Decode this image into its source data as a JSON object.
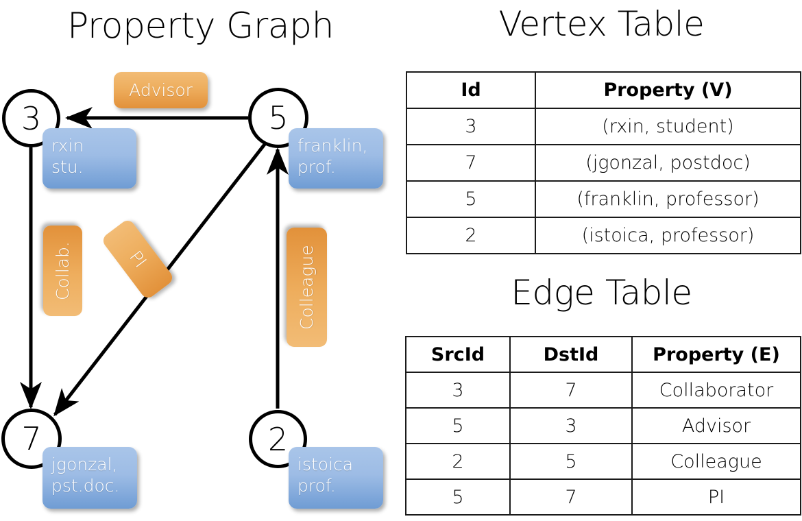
{
  "titles": {
    "graph": "Property Graph",
    "vertex": "Vertex Table",
    "edge": "Edge Table"
  },
  "graph": {
    "nodes": [
      {
        "id": "3",
        "property_line1": "rxin",
        "property_line2": "stu."
      },
      {
        "id": "5",
        "property_line1": "franklin,",
        "property_line2": "prof."
      },
      {
        "id": "7",
        "property_line1": "jgonzal,",
        "property_line2": "pst.doc."
      },
      {
        "id": "2",
        "property_line1": "istoica",
        "property_line2": "prof."
      }
    ],
    "edge_labels": {
      "advisor": "Advisor",
      "collab": "Collab.",
      "pi": "PI",
      "colleague": "Colleague"
    },
    "edges": [
      {
        "src": "5",
        "dst": "3",
        "label": "Advisor"
      },
      {
        "src": "3",
        "dst": "7",
        "label": "Collab."
      },
      {
        "src": "5",
        "dst": "7",
        "label": "PI"
      },
      {
        "src": "2",
        "dst": "5",
        "label": "Colleague"
      }
    ]
  },
  "vertex_table": {
    "headers": [
      "Id",
      "Property (V)"
    ],
    "rows": [
      {
        "id": "3",
        "property": "(rxin, student)"
      },
      {
        "id": "7",
        "property": "(jgonzal, postdoc)"
      },
      {
        "id": "5",
        "property": "(franklin, professor)"
      },
      {
        "id": "2",
        "property": "(istoica, professor)"
      }
    ]
  },
  "edge_table": {
    "headers": [
      "SrcId",
      "DstId",
      "Property (E)"
    ],
    "rows": [
      {
        "src": "3",
        "dst": "7",
        "property": "Collaborator"
      },
      {
        "src": "5",
        "dst": "3",
        "property": "Advisor"
      },
      {
        "src": "2",
        "dst": "5",
        "property": "Colleague"
      },
      {
        "src": "5",
        "dst": "7",
        "property": "PI"
      }
    ]
  },
  "colors": {
    "vertex_header_bg": "#d6e0f2",
    "edge_header_bg": "#f7dfc4",
    "node_property_blue": "#6f9cd4",
    "edge_label_orange": "#e2913a",
    "stroke": "#000000"
  }
}
